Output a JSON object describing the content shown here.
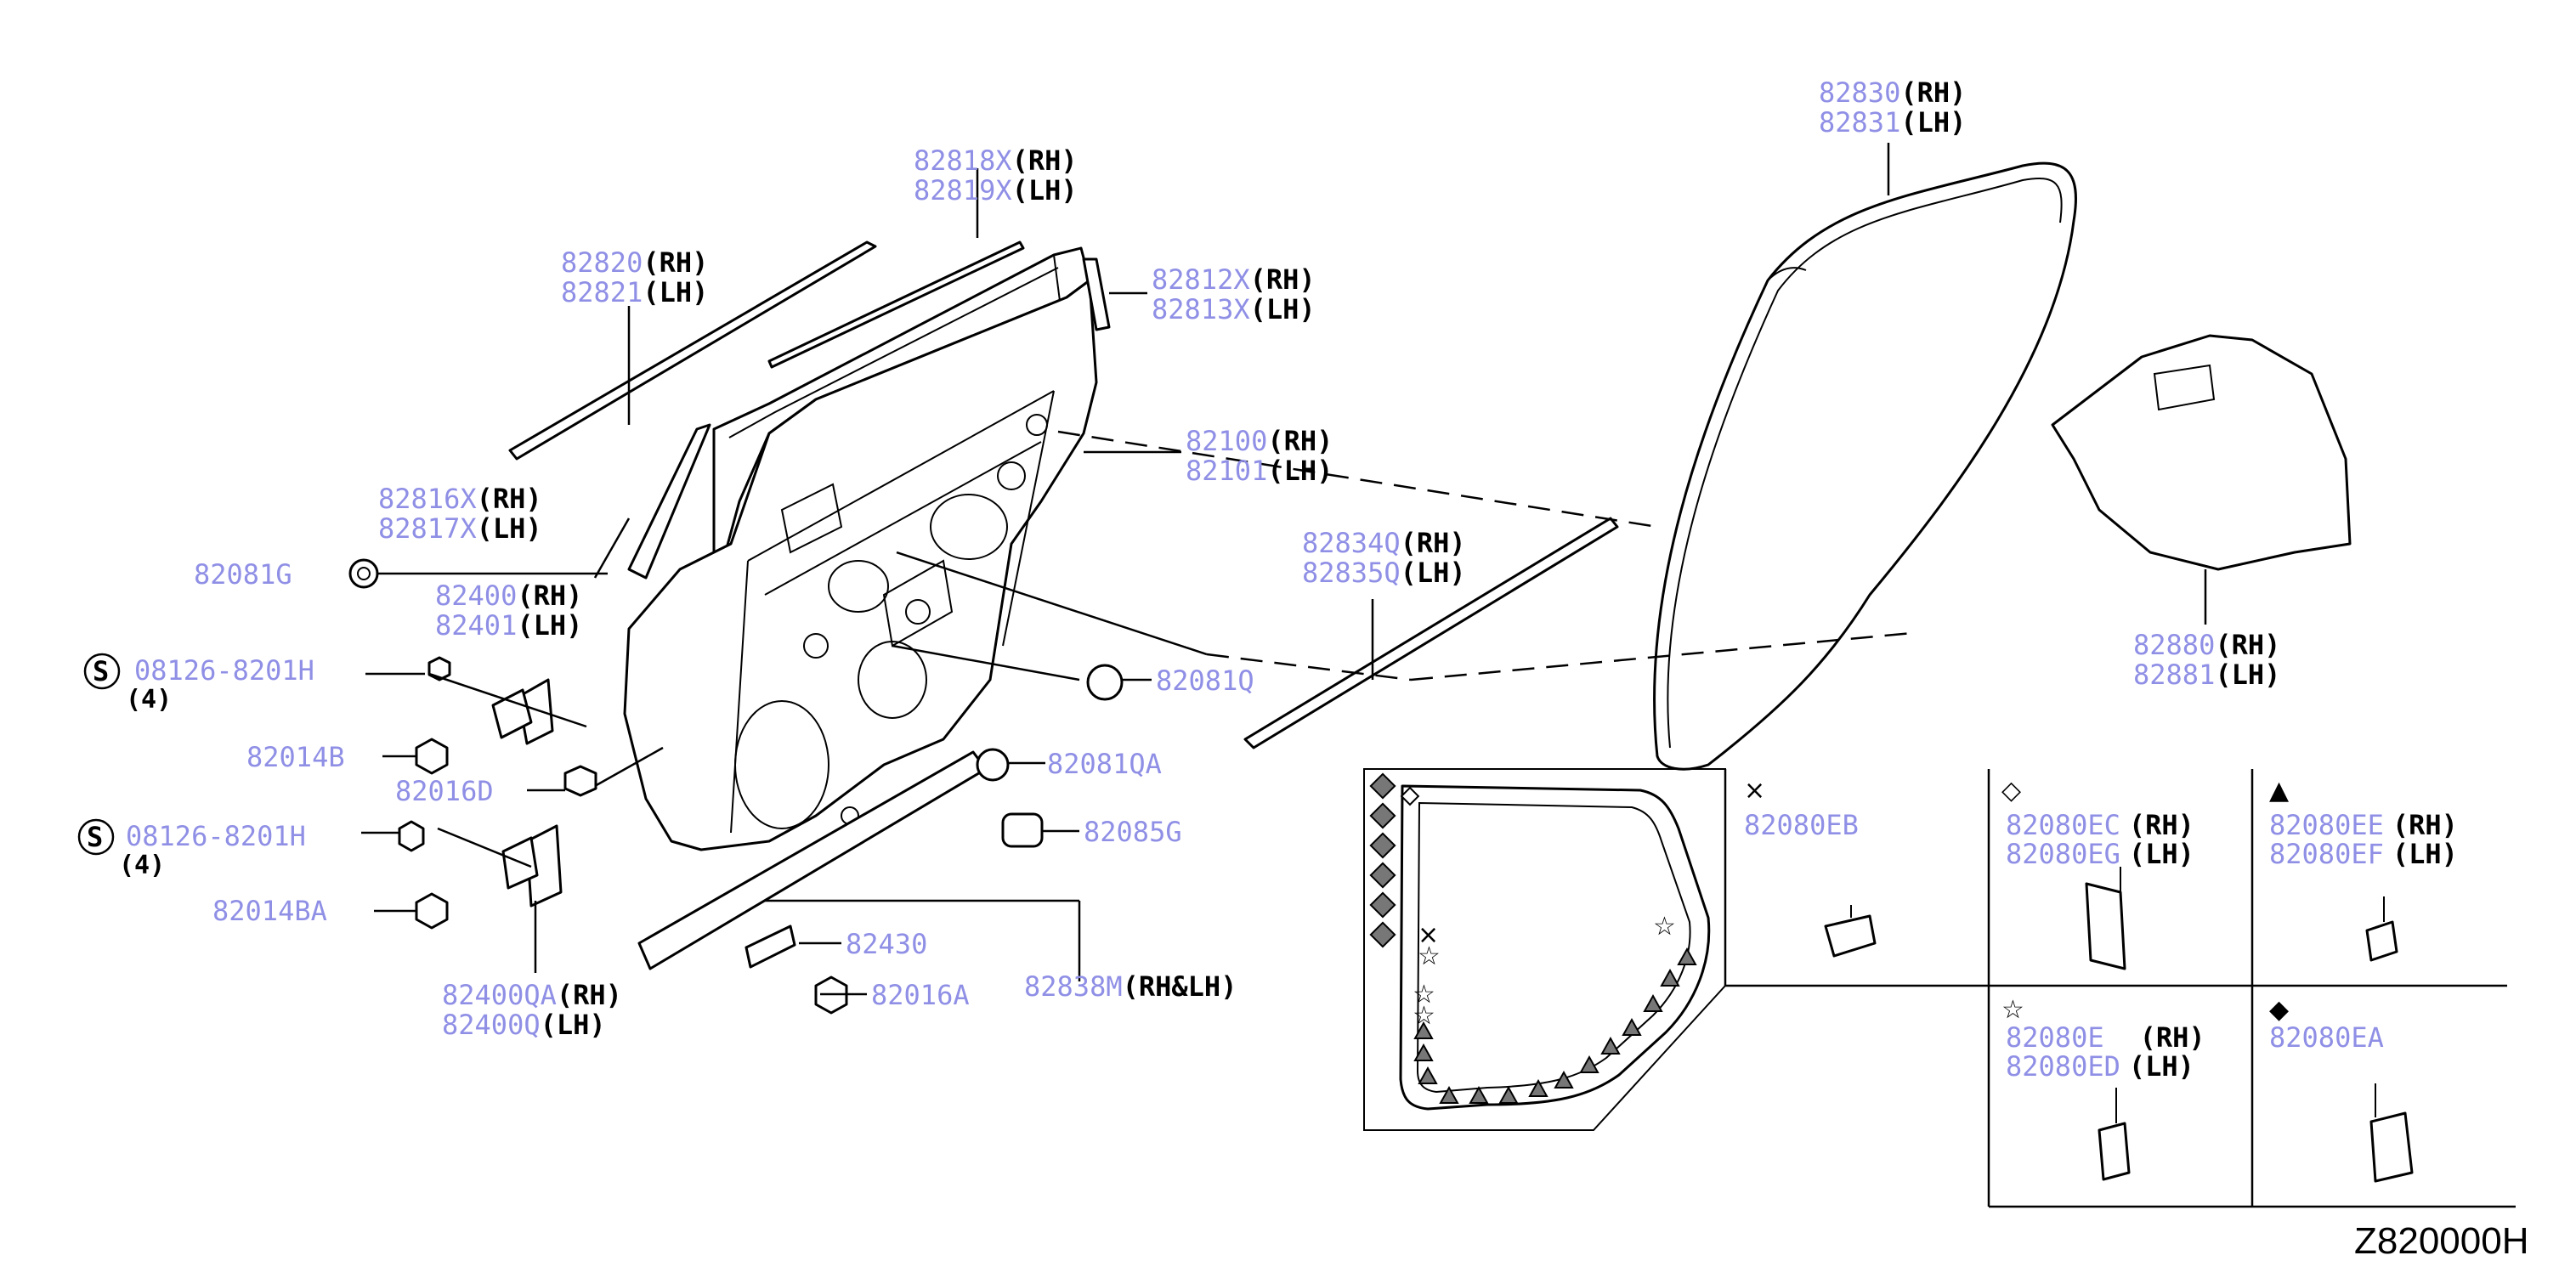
{
  "callouts": [
    {
      "id": "rail_upper",
      "pn": "82818X",
      "side": "(RH)",
      "pn2": "82819X",
      "side2": "(LH)"
    },
    {
      "id": "moulding",
      "pn": "82820",
      "side": "(RH)",
      "pn2": "82821",
      "side2": "(LH)"
    },
    {
      "id": "sash_rear",
      "pn": "82812X",
      "side": "(RH)",
      "pn2": "82813X",
      "side2": "(LH)"
    },
    {
      "id": "door_panel",
      "pn": "82100",
      "side": "(RH)",
      "pn2": "82101",
      "side2": "(LH)"
    },
    {
      "id": "sash_front",
      "pn": "82816X",
      "side": "(RH)",
      "pn2": "82817X",
      "side2": "(LH)"
    },
    {
      "id": "hinge_upper",
      "pn": "82400",
      "side": "(RH)",
      "pn2": "82401",
      "side2": "(LH)"
    },
    {
      "id": "weatherstrip",
      "pn": "82830",
      "side": "(RH)",
      "pn2": "82831",
      "side2": "(LH)"
    },
    {
      "id": "inner_seal",
      "pn": "82834Q",
      "side": "(RH)",
      "pn2": "82835Q",
      "side2": "(LH)"
    },
    {
      "id": "screen",
      "pn": "82880",
      "side": "(RH)",
      "pn2": "82881",
      "side2": "(LH)"
    },
    {
      "id": "hinge_lower",
      "pn": "82400QA",
      "side": "(RH)",
      "pn2": "82400Q",
      "side2": "(LH)"
    }
  ],
  "single_parts": {
    "grommet_g": "82081G",
    "plug_q": "82081Q",
    "plug_qa": "82081QA",
    "bumper_g": "82085G",
    "bolt_b": "82014B",
    "bolt_ba": "82014BA",
    "bolt_d": "82016D",
    "bolt_a": "82016A",
    "check_link": "82430",
    "lower_moulding": "82838M",
    "lower_moulding_side": "(RH&LH)"
  },
  "standard_bolts": {
    "symbol": "S",
    "bolt_1": "08126-8201H",
    "qty_1": "(4)",
    "bolt_2": "08126-8201H",
    "qty_2": "(4)"
  },
  "clip_legend": [
    {
      "marker": "×",
      "pn": "82080EB",
      "side": "",
      "pn2": "",
      "side2": ""
    },
    {
      "marker": "◇",
      "pn": "82080EC",
      "side": "(RH)",
      "pn2": "82080EG",
      "side2": "(LH)"
    },
    {
      "marker": "▲",
      "pn": "82080EE",
      "side": "(RH)",
      "pn2": "82080EF",
      "side2": "(LH)"
    },
    {
      "marker": "☆",
      "pn": "82080E",
      "side": "(RH)",
      "pn2": "82080ED",
      "side2": "(LH)"
    },
    {
      "marker": "◆",
      "pn": "82080EA",
      "side": "",
      "pn2": "",
      "side2": ""
    }
  ],
  "diagram_code": "Z820000H"
}
